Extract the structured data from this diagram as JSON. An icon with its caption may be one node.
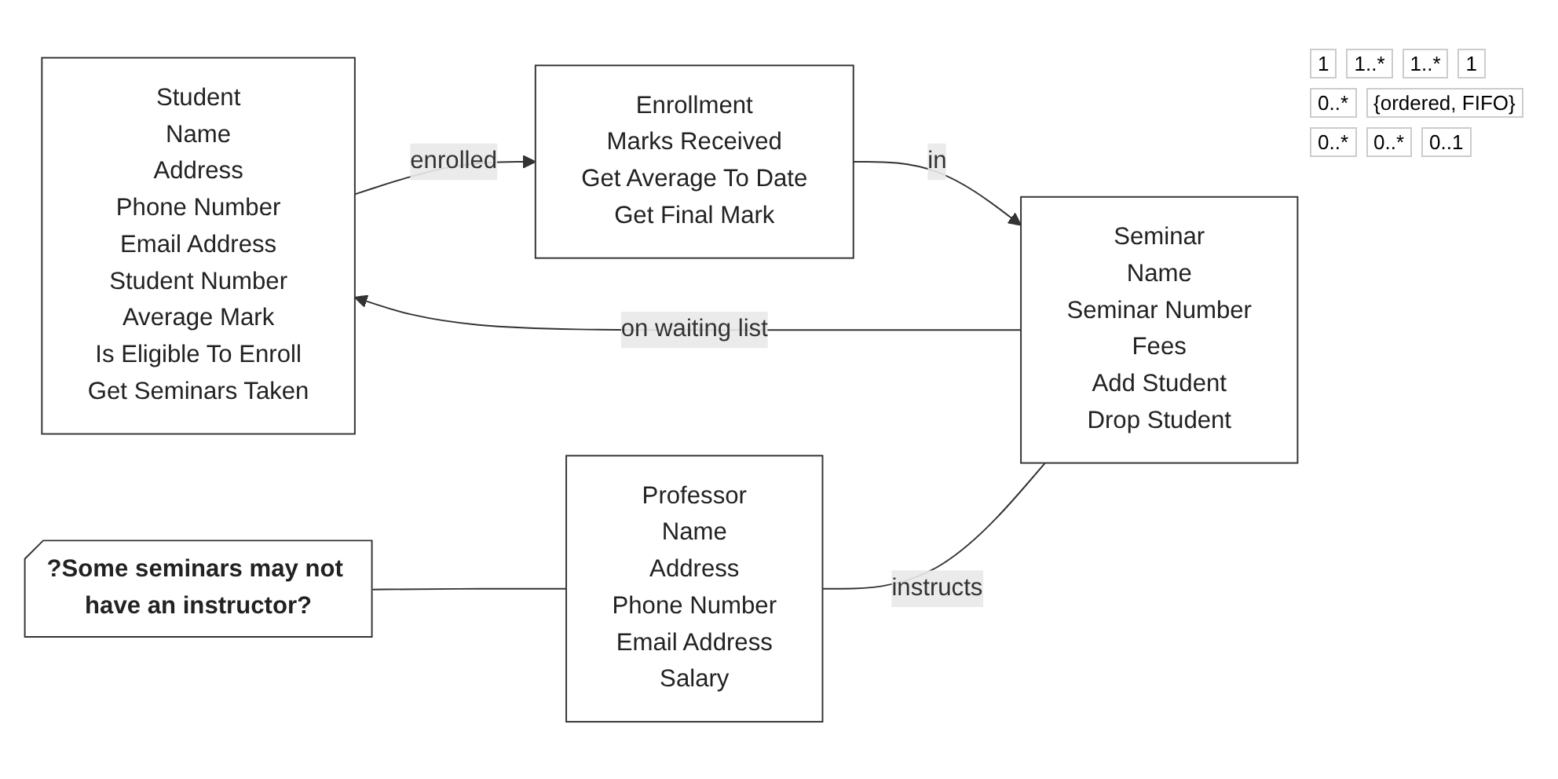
{
  "diagram": {
    "nodes": [
      {
        "text": [
          "Student",
          "Name",
          "Address",
          "Phone Number",
          "Email Address",
          "Student Number",
          "Average Mark",
          "Is Eligible To Enroll",
          "Get Seminars Taken"
        ]
      },
      {
        "text": [
          "Enrollment",
          "Marks Received",
          "Get Average To Date",
          "Get Final Mark"
        ]
      },
      {
        "text": [
          "Seminar",
          "Name",
          "Seminar Number",
          "Fees",
          "Add Student",
          "Drop Student"
        ]
      },
      {
        "text": [
          "Professor",
          "Name",
          "Address",
          "Phone Number",
          "Email Address",
          "Salary"
        ]
      },
      {
        "text": [
          "?Some seminars may not have an instructor?"
        ]
      }
    ],
    "edges": [
      {
        "from": 0,
        "to": 1,
        "arrow": "to",
        "label": "enrolled"
      },
      {
        "from": 1,
        "to": 2,
        "arrow": "to",
        "label": "in"
      },
      {
        "from": 2,
        "to": 0,
        "arrow": "to",
        "label": "on waiting list"
      },
      {
        "from": 3,
        "to": 2,
        "arrow": "none",
        "label": "instructs"
      },
      {
        "from": 4,
        "to": 3,
        "arrow": "none"
      }
    ],
    "labels": [
      "1",
      "1..*",
      "1..*",
      "1",
      "0..*",
      "{ordered, FIFO}",
      "0..*",
      "0..*",
      "0..1"
    ]
  }
}
